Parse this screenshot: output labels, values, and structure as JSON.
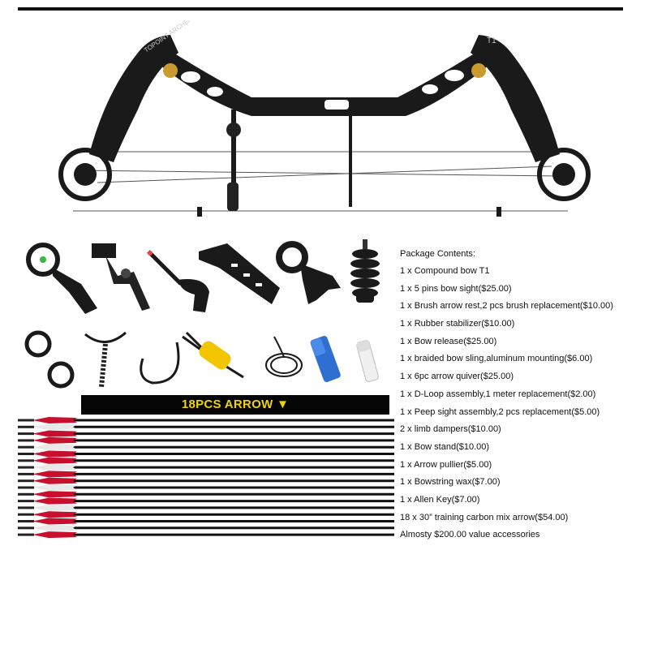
{
  "bow": {
    "riser_brand": "TOPOINT ARCHERY",
    "model_mark": "T1"
  },
  "arrow_banner": "18PCS ARROW ▼",
  "package": {
    "title": "Package Contents:",
    "lines": [
      "1 x Compound bow T1",
      "1 x 5 pins bow sight($25.00)",
      "1 x Brush arrow rest,2 pcs brush replacement($10.00)",
      "1 x Rubber stabilizer($10.00)",
      "1 x Bow release($25.00)",
      "1 x braided bow sling,aluminum mounting($6.00)",
      "1 x 6pc arrow quiver($25.00)",
      "1 x D-Loop assembly,1 meter replacement($2.00)",
      "1 x Peep sight assembly,2 pcs replacement($5.00)",
      "2 x limb dampers($10.00)",
      "1 x Bow stand($10.00)",
      "1 x Arrow pullier($5.00)",
      "1 x Bowstring wax($7.00)",
      "1 x Allen Key($7.00)",
      "18 x 30”   training carbon mix arrow($54.00)",
      "Almosty $200.00 value accessories"
    ]
  },
  "colors": {
    "bow": "#1a1a1a",
    "banner_text": "#f2d200",
    "fletching": "#c8102e",
    "quiver": "#2f6fd1",
    "allen_key": "#f2c500"
  }
}
